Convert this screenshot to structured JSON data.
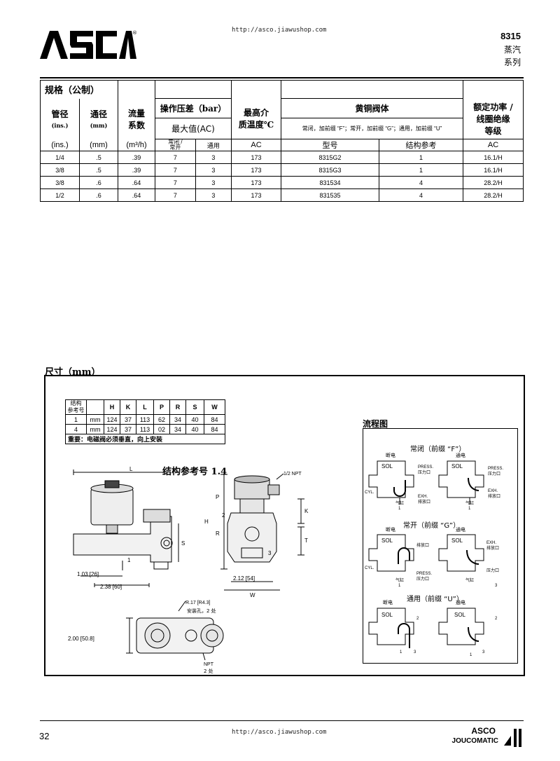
{
  "header": {
    "brand": "ASCO",
    "url_top": "http://asco.jiawushop.com",
    "series_number": "8315",
    "series_line1": "蒸汽",
    "series_line2": "系列"
  },
  "spec_table": {
    "section_title": "规格（公制）",
    "col_pipe": "管径",
    "col_pipe_unit": "(ins.)",
    "col_pipe_unit2": "(ins.)",
    "col_orifice": "通径",
    "col_orifice_unit": "(mm)",
    "col_orifice_unit2": "(mm)",
    "col_flow": "流量\n系数",
    "col_flow_unit": "(m³/h)",
    "col_flow_unit2": "(m³/h)",
    "col_pressure": "操作压差（bar）",
    "col_pressure_max": "最大值(AC)",
    "col_pressure_sub1": "常闭 /\n常开",
    "col_pressure_sub2": "通用",
    "col_temp": "最高介\n质温度℃",
    "col_temp_ac": "AC",
    "col_temp_ac2": "AC",
    "col_brass": "黄铜阀体",
    "col_brass_note": "常闭，加前缀 “F”；常开，加前缀 “G”；通用，加前缀 “U”",
    "col_model": "型号",
    "col_ref": "结构参考",
    "col_power": "额定功率 /\n线圈绝缘\n等级",
    "col_power_ac": "AC",
    "col_power_ac2": "AC",
    "rows": [
      {
        "pipe": "1/4",
        "orifice": ".5",
        "flow": ".39",
        "p1": "7",
        "p2": "3",
        "temp": "173",
        "model": "8315G2",
        "ref": "1",
        "power": "16.1/H"
      },
      {
        "pipe": "3/8",
        "orifice": ".5",
        "flow": ".39",
        "p1": "7",
        "p2": "3",
        "temp": "173",
        "model": "8315G3",
        "ref": "1",
        "power": "16.1/H"
      },
      {
        "pipe": "3/8",
        "orifice": ".6",
        "flow": ".64",
        "p1": "7",
        "p2": "3",
        "temp": "173",
        "model": "831534",
        "ref": "4",
        "power": "28.2/H"
      },
      {
        "pipe": "1/2",
        "orifice": ".6",
        "flow": ".64",
        "p1": "7",
        "p2": "3",
        "temp": "173",
        "model": "831535",
        "ref": "4",
        "power": "28.2/H"
      }
    ]
  },
  "dimensions": {
    "title": "尺寸（mm）",
    "table_head_ref": "结构\n参考号",
    "table_cols": [
      "H",
      "K",
      "L",
      "P",
      "R",
      "S",
      "W"
    ],
    "table_rows": [
      {
        "ref": "1",
        "unit": "mm",
        "values": [
          "124",
          "37",
          "113",
          "62",
          "34",
          "40",
          "84"
        ]
      },
      {
        "ref": "4",
        "unit": "mm",
        "values": [
          "124",
          "37",
          "113",
          "02",
          "34",
          "40",
          "84"
        ]
      }
    ],
    "note": "重要：电磁阀必须垂直，向上安装",
    "drawing_title": "结构参考号 1.4",
    "labels": {
      "L": "L",
      "S": "S",
      "H": "H",
      "P": "P",
      "R": "R",
      "K": "K",
      "T": "T",
      "W": "W",
      "port1": "1",
      "port2": "2",
      "port3": "3",
      "npt_top": "1/2  NPT",
      "dim_103": "1.03 [26]",
      "dim_238": "2.38 [60]",
      "dim_212": "2.12 [54]",
      "dim_200": "2.00 [50.8]",
      "r17": "R.17 [R4.3]",
      "mount": "安装孔，2 处",
      "npt_bottom": "NPT",
      "npt_bottom2": "2 处"
    }
  },
  "flow": {
    "title": "流程图",
    "nc_title": "常闭（前缀 “F”）",
    "no_title": "常开（前缀 “G”）",
    "u_title": "通用（前缀 “U”）",
    "off": "断电",
    "on": "通电",
    "sol": "SOL",
    "press": "PRESS.",
    "press_cn": "压力口",
    "exh": "EXH.",
    "exh_cn": "排放口",
    "cyl": "CYL.",
    "cyl_cn": "气缸",
    "n1": "1",
    "n2": "2",
    "n3": "3"
  },
  "footer": {
    "page_number": "32",
    "url_bottom": "http://asco.jiawushop.com",
    "brand_small": "ASCO",
    "brand2": "JOUCOMATIC"
  }
}
